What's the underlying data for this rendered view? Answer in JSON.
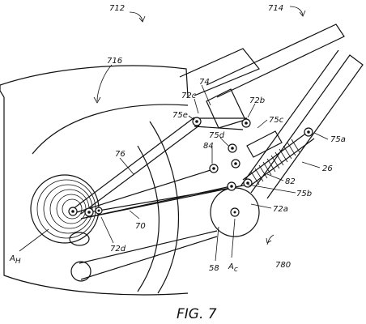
{
  "labels": {
    "ref_712": "712",
    "ref_714": "714",
    "ref_716": "716",
    "ref_74": "74",
    "ref_72c": "72c",
    "ref_72b": "72b",
    "ref_75e": "75e",
    "ref_75c": "75c",
    "ref_75d": "75d",
    "ref_84": "84",
    "ref_75a": "75a",
    "ref_76": "76",
    "ref_26": "26",
    "ref_82": "82",
    "ref_75b": "75b",
    "ref_72a": "72a",
    "ref_70": "70",
    "ref_72d": "72d",
    "ref_AH": "A",
    "ref_AH_sub": "H",
    "ref_58": "58",
    "ref_Ac": "A",
    "ref_Ac_sub": "c",
    "ref_780": "780"
  },
  "figure_label": "FIG. 7"
}
